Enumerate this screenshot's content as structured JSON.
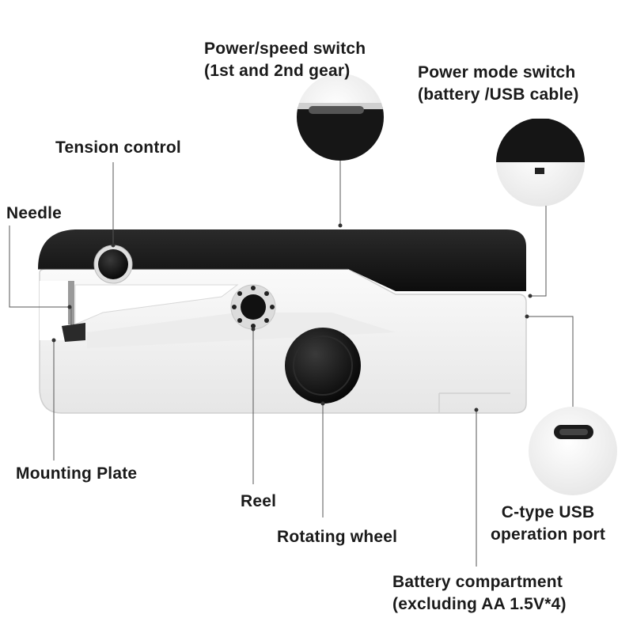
{
  "callouts": {
    "power_speed_switch": {
      "line1": "Power/speed switch",
      "line2": "(1st and 2nd gear)"
    },
    "power_mode_switch": {
      "line1": "Power mode switch",
      "line2": "(battery /USB cable)"
    },
    "tension_control": "Tension control",
    "needle": "Needle",
    "mounting_plate": "Mounting Plate",
    "reel": "Reel",
    "rotating_wheel": "Rotating wheel",
    "usb_port": {
      "line1": "C-type USB",
      "line2": "operation port"
    },
    "battery_compartment": {
      "line1": "Battery compartment",
      "line2": "(excluding AA 1.5V*4)"
    }
  },
  "colors": {
    "body_black": "#141414",
    "body_white": "#f4f4f4",
    "leader_line": "#555555",
    "text": "#1a1a1a"
  }
}
